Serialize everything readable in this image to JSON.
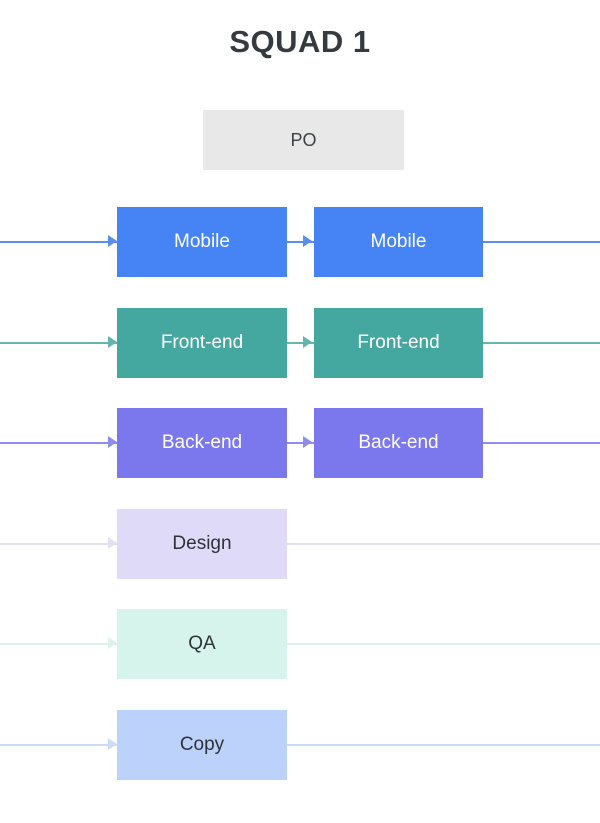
{
  "title": "SQUAD 1",
  "po": {
    "label": "PO",
    "fill": "#e8e8e8",
    "text_color": "#3c4147"
  },
  "diagram": {
    "type": "flow",
    "orientation": "horizontal",
    "row_count": 6,
    "rows": [
      {
        "id": "mobile",
        "left_label": "Mobile",
        "right_label": "Mobile",
        "has_right_box": true,
        "fill": "#4684f5",
        "line_color": "#5b8def",
        "text_color": "#ffffff"
      },
      {
        "id": "front-end",
        "left_label": "Front-end",
        "right_label": "Front-end",
        "has_right_box": true,
        "fill": "#45a8a0",
        "line_color": "#63b5ae",
        "text_color": "#ffffff"
      },
      {
        "id": "back-end",
        "left_label": "Back-end",
        "right_label": "Back-end",
        "has_right_box": true,
        "fill": "#7b78ee",
        "line_color": "#8f8cf0",
        "text_color": "#ffffff"
      },
      {
        "id": "design",
        "left_label": "Design",
        "right_label": "",
        "has_right_box": false,
        "fill": "#dedaf8",
        "line_color": "#e2dff3",
        "text_color": "#2e333a"
      },
      {
        "id": "qa",
        "left_label": "QA",
        "right_label": "",
        "has_right_box": false,
        "fill": "#d6f4eb",
        "line_color": "#dcf2ec",
        "text_color": "#2e333a"
      },
      {
        "id": "copy",
        "left_label": "Copy",
        "right_label": "",
        "has_right_box": false,
        "fill": "#bdd2fb",
        "line_color": "#cbdcf7",
        "text_color": "#2e333a"
      }
    ]
  }
}
